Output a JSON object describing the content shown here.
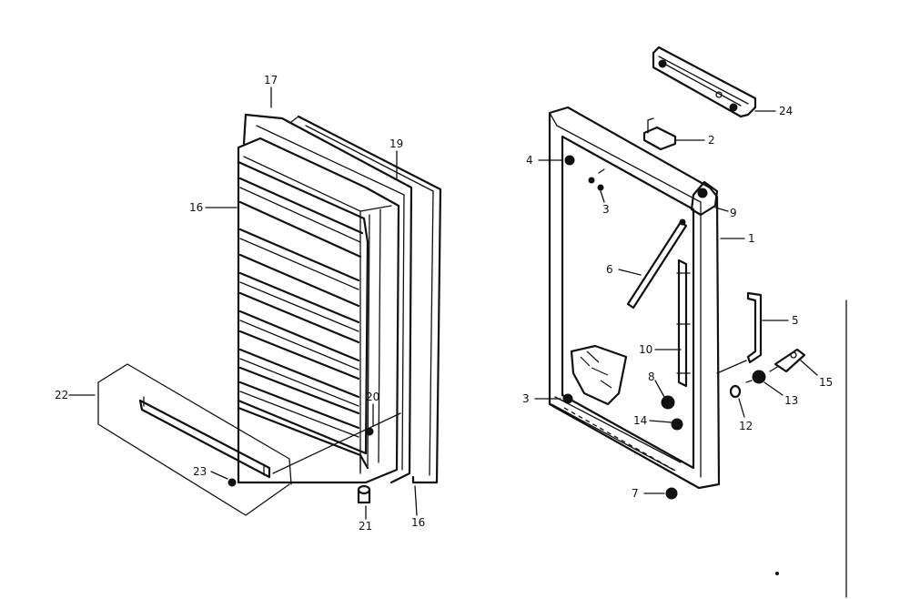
{
  "callouts": {
    "c1": "1",
    "c2": "2",
    "c3a": "3",
    "c3b": "3",
    "c4": "4",
    "c5": "5",
    "c6": "6",
    "c7": "7",
    "c8": "8",
    "c9": "9",
    "c10": "10",
    "c12": "12",
    "c13": "13",
    "c14": "14",
    "c15": "15",
    "c16a": "16",
    "c16b": "16",
    "c17": "17",
    "c19": "19",
    "c20": "20",
    "c21": "21",
    "c22": "22",
    "c23": "23",
    "c24": "24"
  }
}
